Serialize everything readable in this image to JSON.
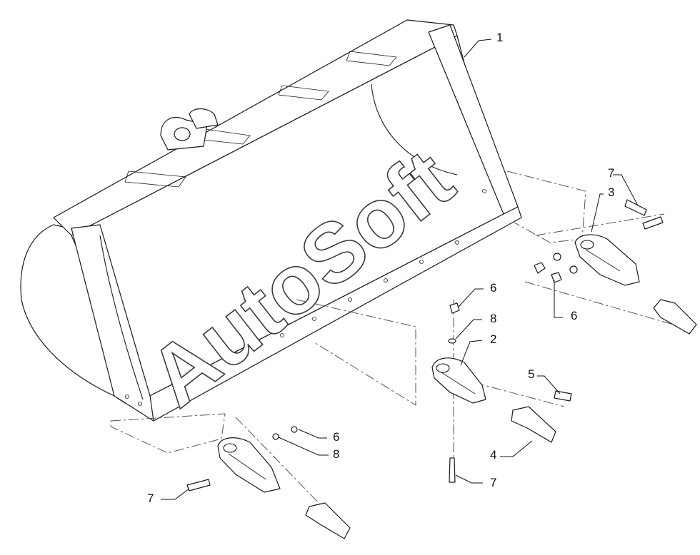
{
  "diagram": {
    "watermark": "AutoSoft",
    "callouts": {
      "c1": "1",
      "c2": "2",
      "c3": "3",
      "c4": "4",
      "c5": "5",
      "c6_top": "6",
      "c6_right": "6",
      "c6_left": "6",
      "c7_right": "7",
      "c7_bottom": "7",
      "c7_left": "7",
      "c8_center": "8",
      "c8_left": "8"
    }
  }
}
